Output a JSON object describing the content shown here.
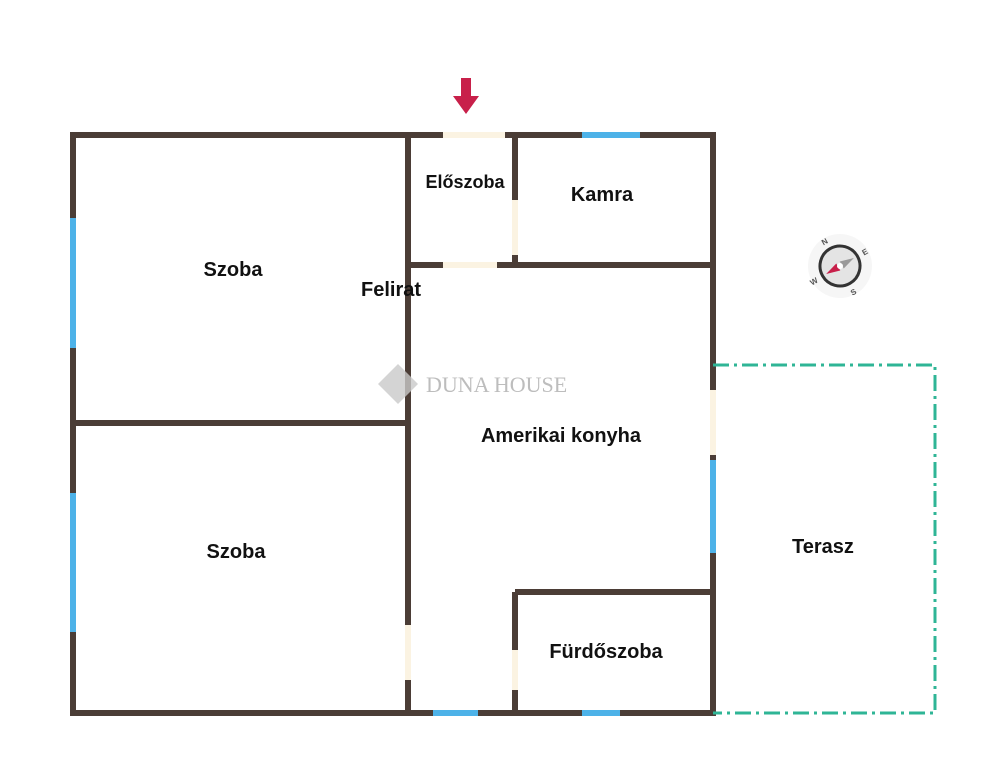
{
  "rooms": {
    "szoba_top": "Szoba",
    "felirat": "Felirat",
    "eloszoba": "Előszoba",
    "kamra": "Kamra",
    "konyha": "Amerikai konyha",
    "szoba_bottom": "Szoba",
    "terasz": "Terasz",
    "furdoszoba": "Fürdőszoba"
  },
  "watermark": "DUNA HOUSE",
  "compass": {
    "n": "N",
    "e": "E",
    "s": "S",
    "w": "W"
  },
  "colors": {
    "wall": "#4b3d36",
    "window": "#4db2e8",
    "door": "#fbf3e2",
    "terrace": "#2fb596",
    "entrance_arrow": "#c8204a"
  }
}
